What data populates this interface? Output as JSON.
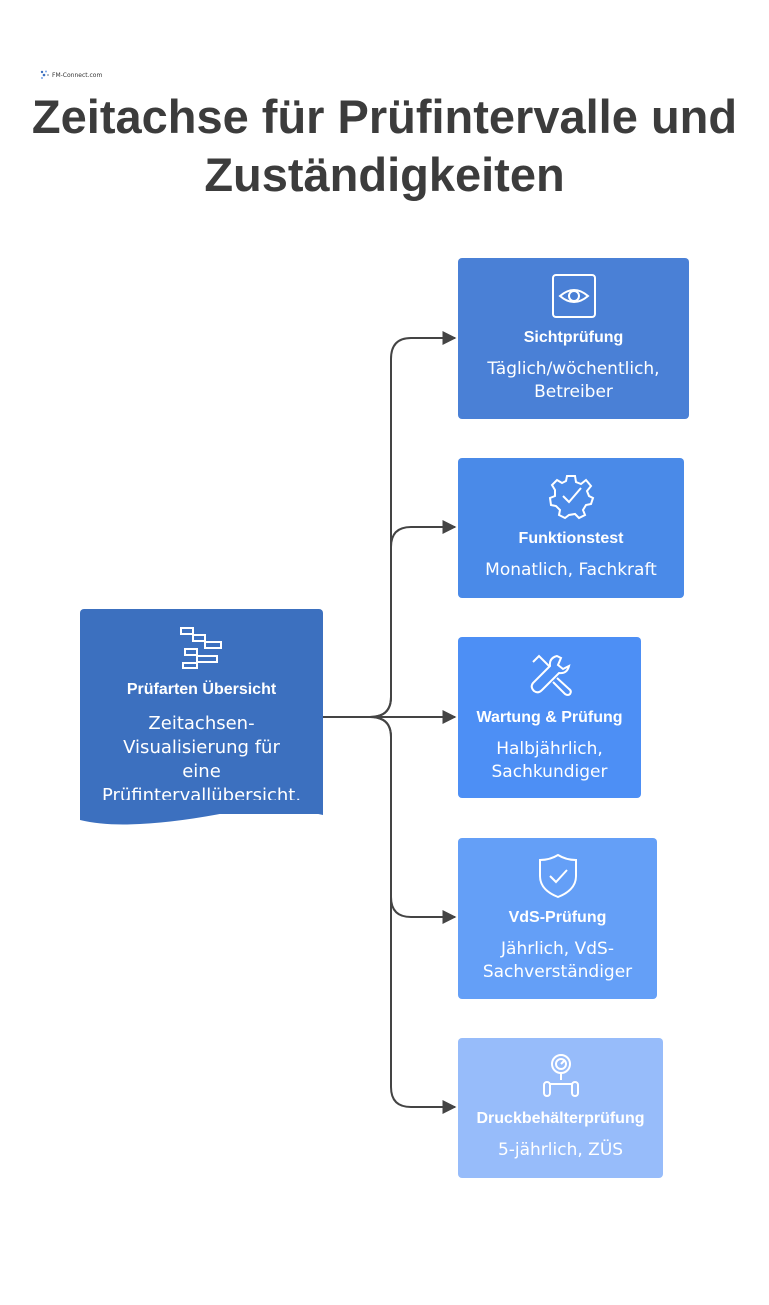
{
  "title_line1": "Zeitachse für Prüfintervalle und",
  "title_line2": "Zuständigkeiten",
  "logo_text": "FM-Connect.com",
  "root": {
    "heading": "Prüfarten Übersicht",
    "desc_lines": [
      "Zeitachsen-",
      "Visualisierung für",
      "eine",
      "Prüfintervallübersicht."
    ],
    "icon": "gantt-icon",
    "color": "#3c70bf"
  },
  "items": [
    {
      "heading": "Sichtprüfung",
      "desc_lines": [
        "Täglich/wöchentlich,",
        "Betreiber"
      ],
      "icon": "eye-icon",
      "color": "#4a80d6"
    },
    {
      "heading": "Funktionstest",
      "desc_lines": [
        "Monatlich, Fachkraft"
      ],
      "icon": "gear-check-icon",
      "color": "#4a8ae8"
    },
    {
      "heading": "Wartung & Prüfung",
      "desc_lines": [
        "Halbjährlich,",
        "Sachkundiger"
      ],
      "icon": "wrench-icon",
      "color": "#4d8ff5"
    },
    {
      "heading": "VdS-Prüfung",
      "desc_lines": [
        "Jährlich, VdS-",
        "Sachverständiger"
      ],
      "icon": "shield-check-icon",
      "color": "#649ff7"
    },
    {
      "heading": "Druckbehälterprüfung",
      "desc_lines": [
        "5-jährlich, ZÜS"
      ],
      "icon": "pressure-gauge-icon",
      "color": "#97bcfa"
    }
  ]
}
